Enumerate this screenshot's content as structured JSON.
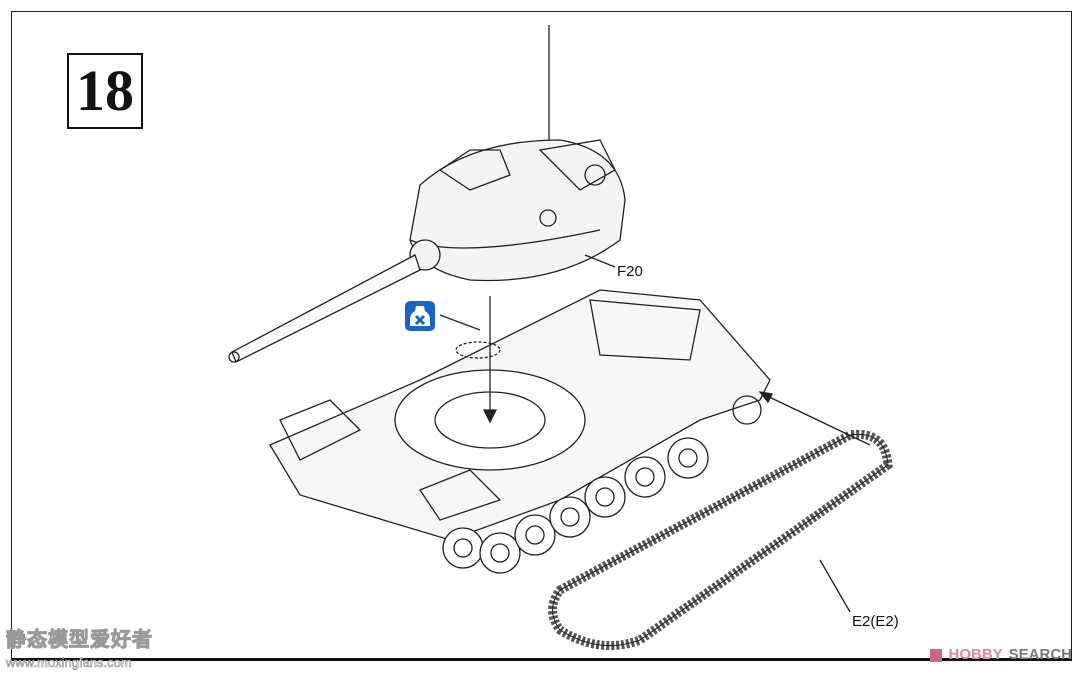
{
  "step": {
    "number": "18"
  },
  "parts": {
    "turret": "F20",
    "track": "E2(E2)"
  },
  "icons": {
    "glue": "cement-bottle-icon",
    "arrow": "assembly-arrow-icon"
  },
  "colors": {
    "glue_icon": "#1a63c7",
    "line": "#222222"
  },
  "watermarks": {
    "site_cn": "静态模型爱好者",
    "site_url": "www.moxingfans.com",
    "hobby": "HOBBY",
    "search": "SEARCH"
  }
}
